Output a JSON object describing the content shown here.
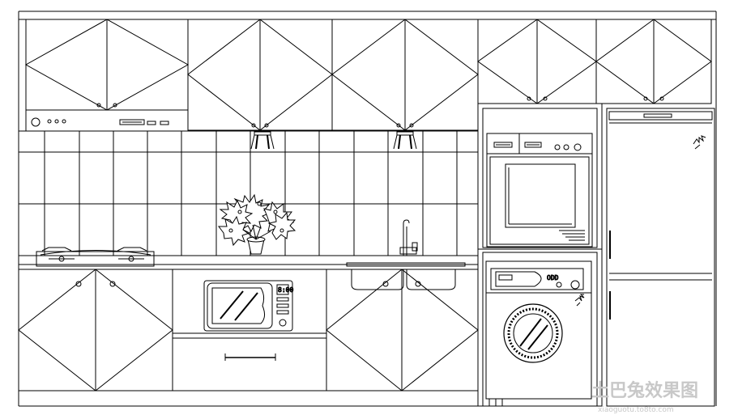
{
  "watermark": {
    "main": "土巴兔效果图",
    "sub": "xiaoguotu.to8to.com"
  },
  "appliances": {
    "microwave_display": "8:00"
  },
  "colors": {
    "line": "#000000",
    "background": "#ffffff",
    "watermark": "#c8c8c8"
  }
}
